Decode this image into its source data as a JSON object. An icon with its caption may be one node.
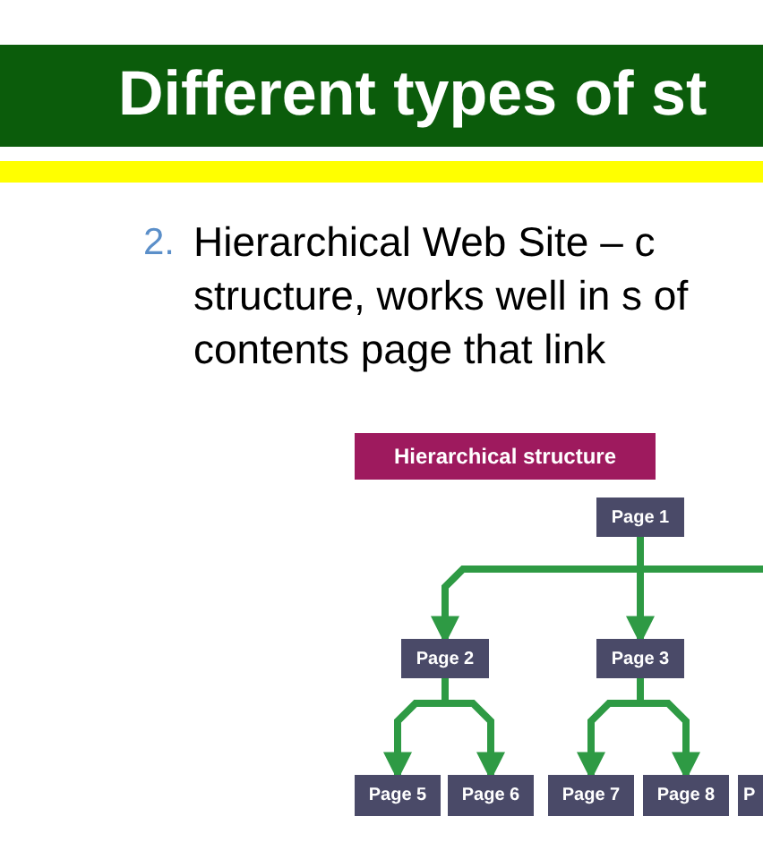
{
  "diagram": {
    "title": "Different types of st",
    "nodes": [
      {
        "text": [
          "Hierarchical structure"
        ]
      },
      {
        "text": [
          "Page 1"
        ]
      },
      {
        "text": [
          "Page 2"
        ]
      },
      {
        "text": [
          "Page 3"
        ]
      },
      {
        "text": [
          "Page 5"
        ]
      },
      {
        "text": [
          "Page 6"
        ]
      },
      {
        "text": [
          "Page 7"
        ]
      },
      {
        "text": [
          "Page 8"
        ]
      },
      {
        "text": [
          "P"
        ]
      }
    ],
    "edges": [
      {
        "from": 1,
        "to": 2,
        "arrow": "to"
      },
      {
        "from": 1,
        "to": 3,
        "arrow": "to"
      },
      {
        "from": 1,
        "to": null,
        "arrow": "none"
      },
      {
        "from": 2,
        "to": 4,
        "arrow": "to"
      },
      {
        "from": 2,
        "to": 5,
        "arrow": "to"
      },
      {
        "from": 3,
        "to": 6,
        "arrow": "to"
      },
      {
        "from": 3,
        "to": 7,
        "arrow": "to"
      }
    ],
    "labels": [
      "2.",
      "Hierarchical Web Site – c structure, works well in s of contents page that link"
    ]
  }
}
